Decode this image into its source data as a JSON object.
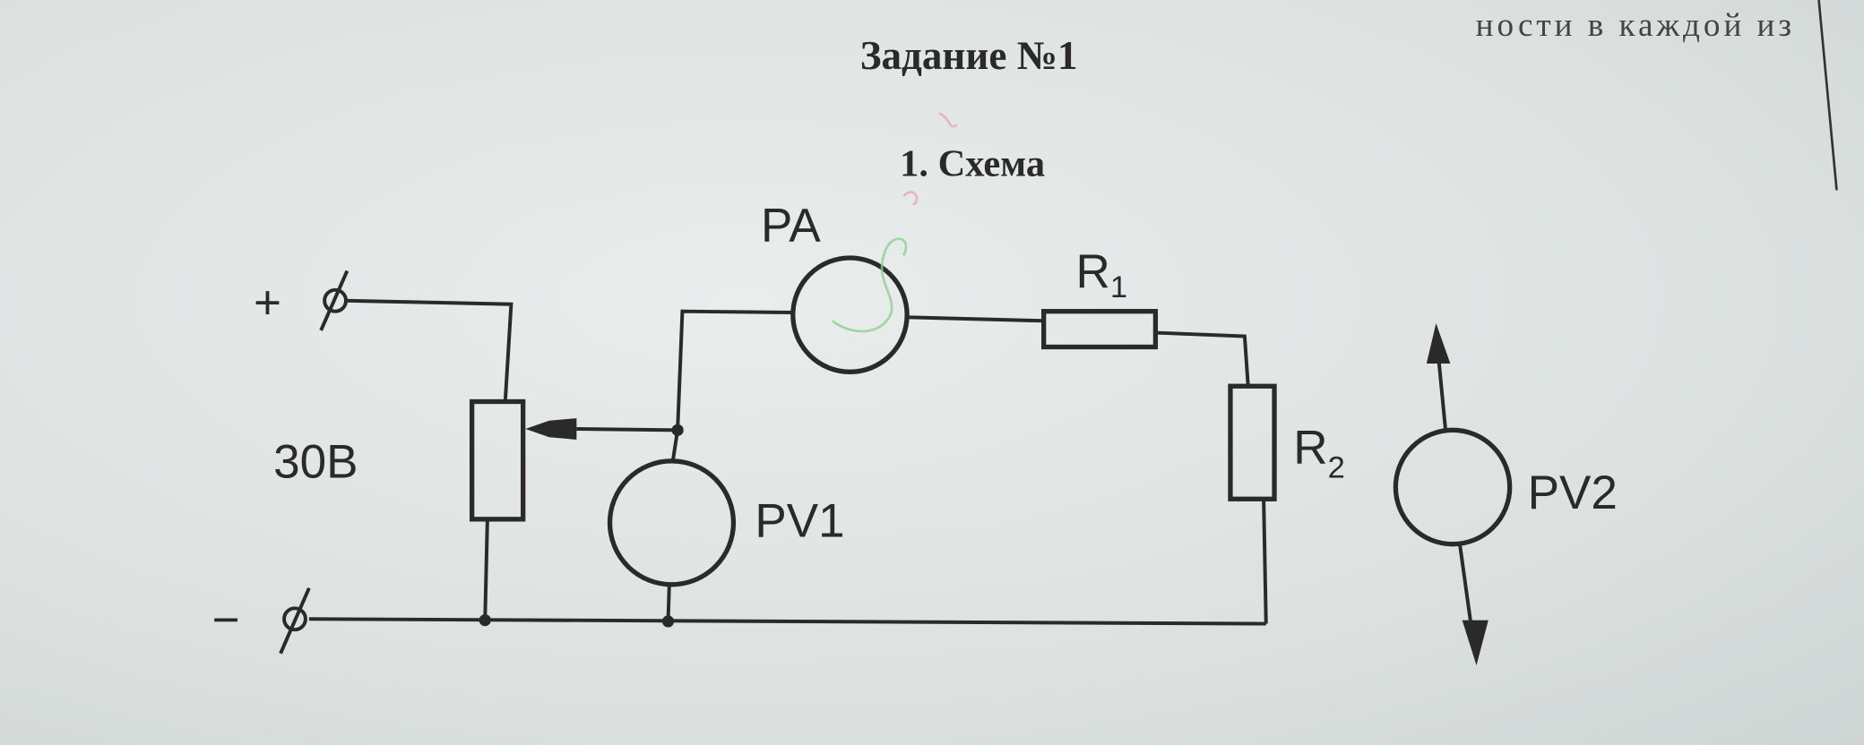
{
  "page": {
    "top_text_fragment": "ности в каждой из",
    "title": "Задание №1",
    "section": "1. Схема"
  },
  "diagram": {
    "terminal_plus": "+",
    "terminal_minus": "−",
    "source_voltage": "30В",
    "ammeter": "PA",
    "resistor1": {
      "letter": "R",
      "sub": "1"
    },
    "resistor2": {
      "letter": "R",
      "sub": "2"
    },
    "voltmeter1": "PV1",
    "voltmeter2": "PV2"
  },
  "colors": {
    "ink": "#2a2a2a",
    "paper": "#e4e8e7",
    "handwriting": "#8fd08f"
  }
}
